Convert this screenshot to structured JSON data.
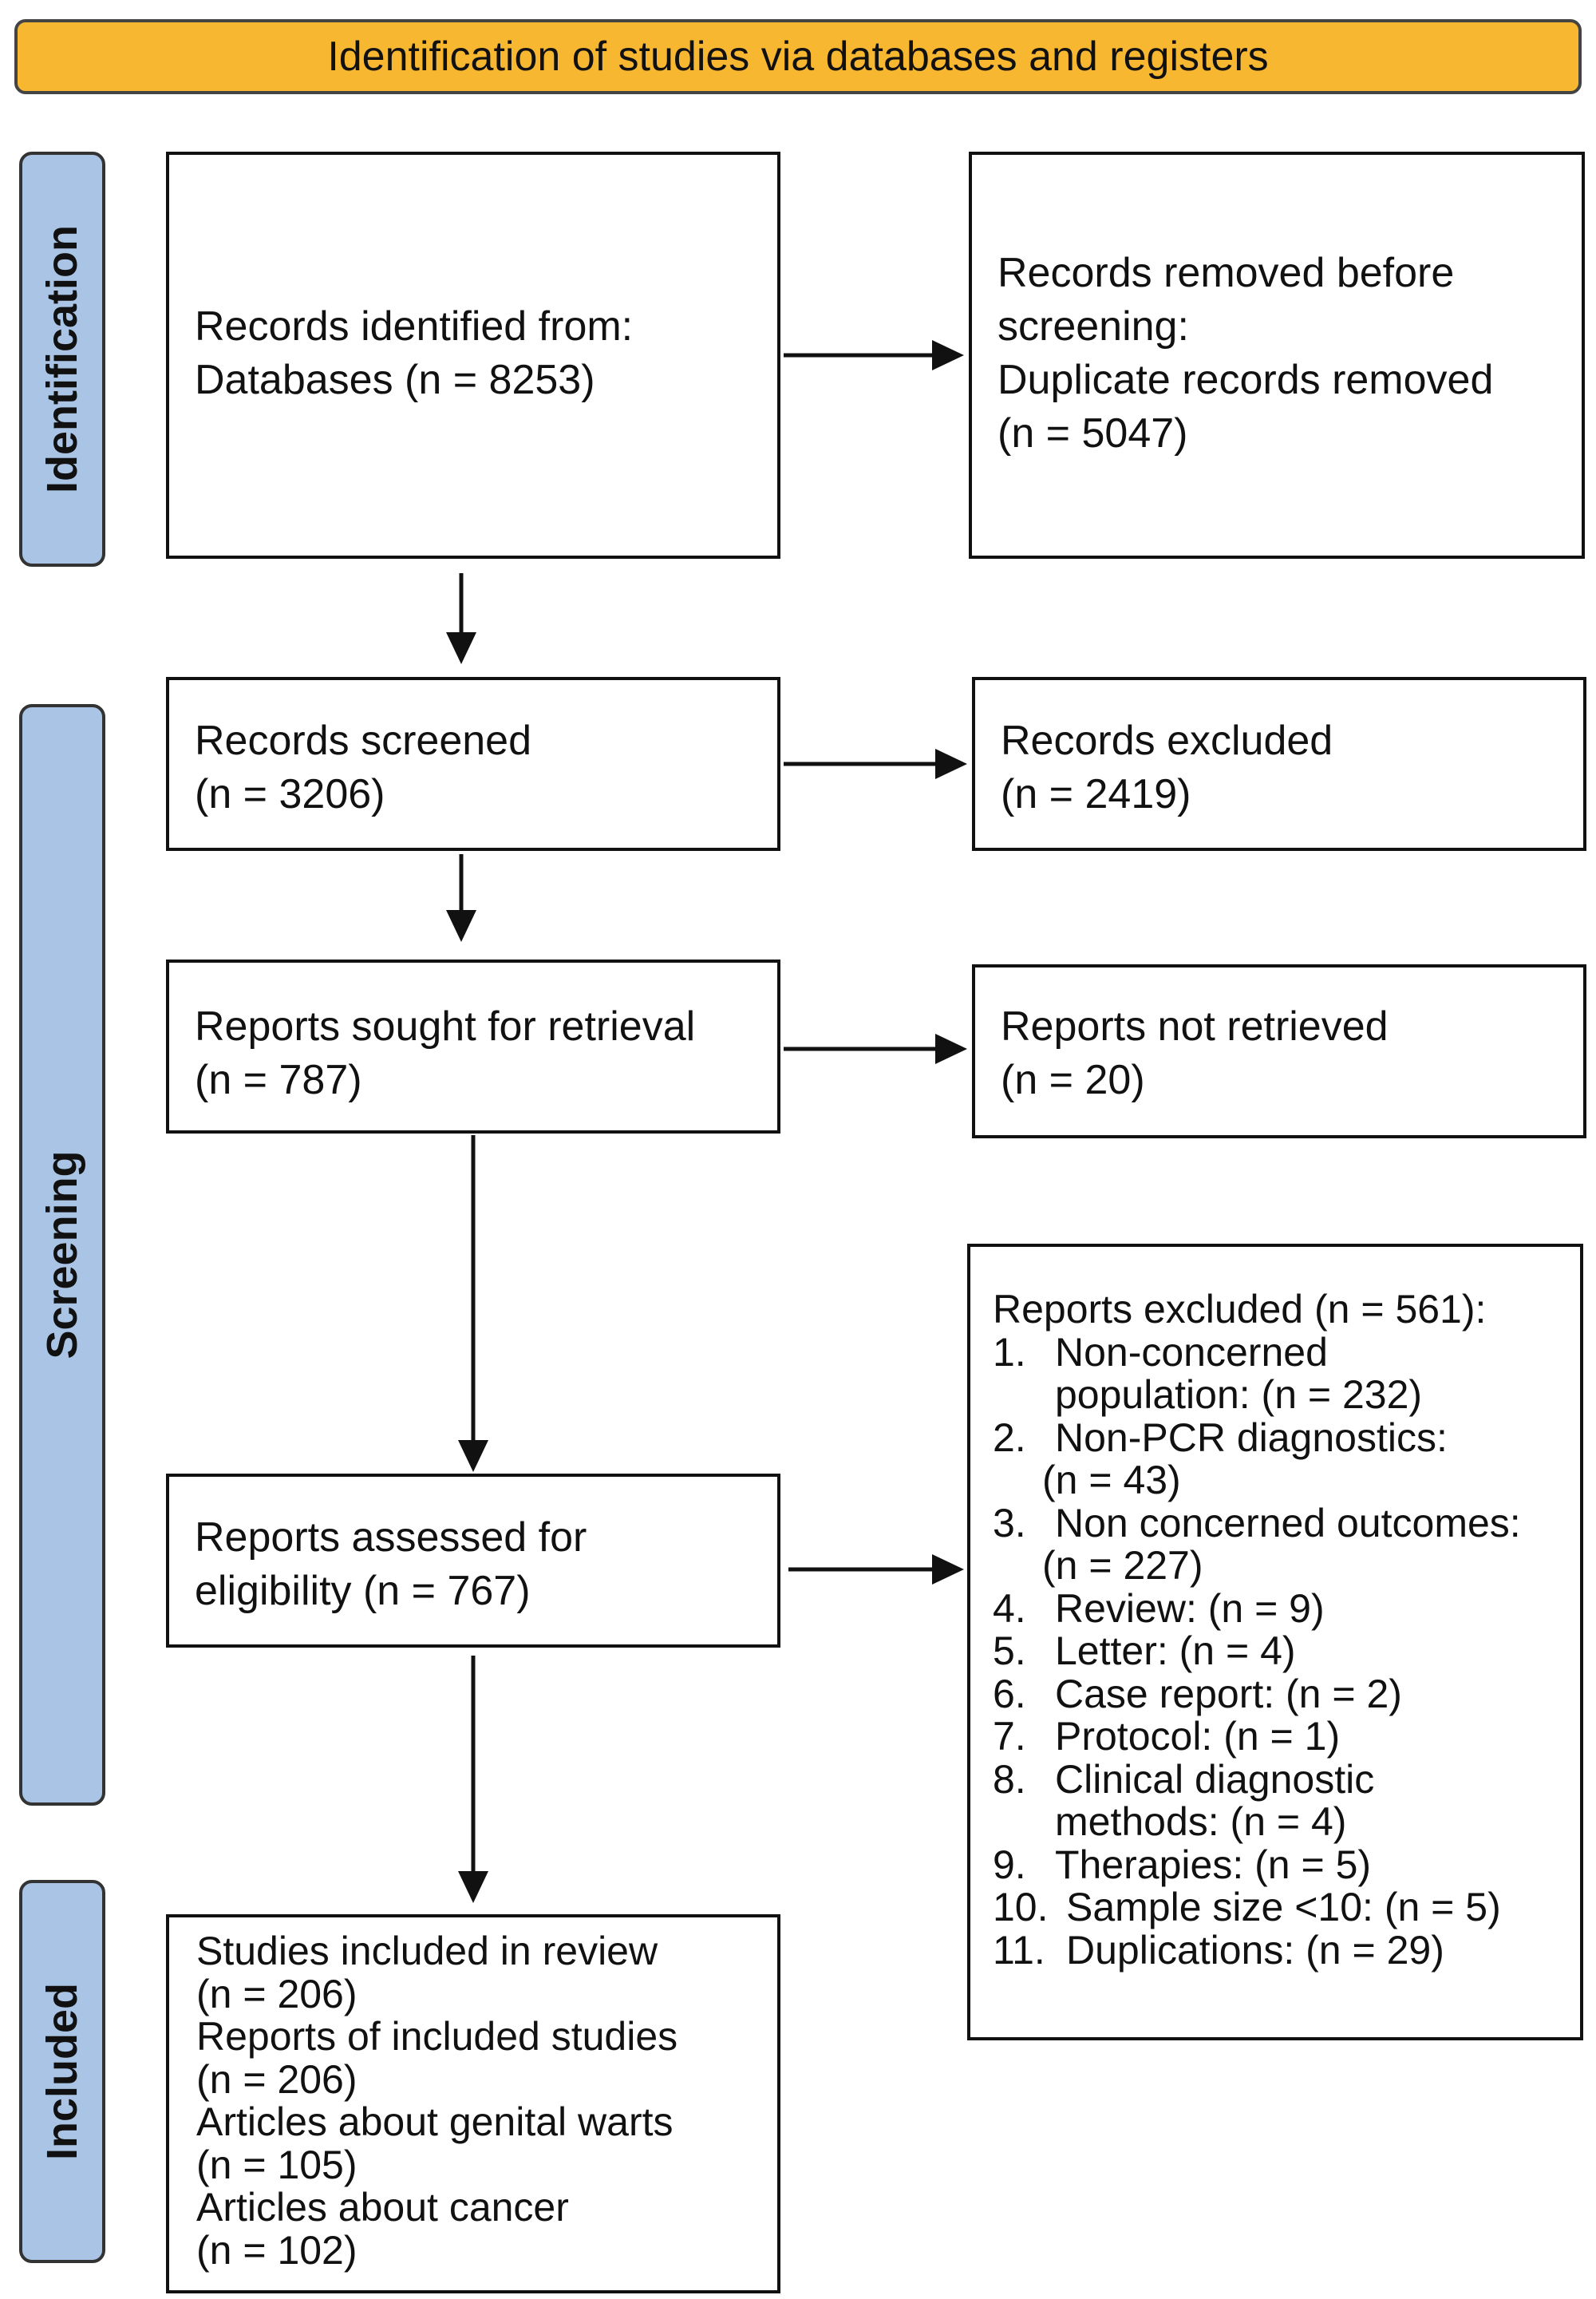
{
  "header": "Identification of studies via databases and registers",
  "stages": {
    "identification": "Identification",
    "screening": "Screening",
    "included": "Included"
  },
  "boxes": {
    "records_identified": [
      "Records identified from:",
      "Databases (n = 8253)"
    ],
    "records_removed": [
      "Records removed before",
      "screening:",
      "Duplicate records removed",
      "(n = 5047)"
    ],
    "records_screened": [
      "Records screened",
      "(n = 3206)"
    ],
    "records_excluded": [
      "Records excluded",
      "(n = 2419)"
    ],
    "reports_sought": [
      "Reports sought for retrieval",
      "(n = 787)"
    ],
    "reports_not_retrieved": [
      "Reports not retrieved",
      "(n = 20)"
    ],
    "reports_assessed": [
      "Reports assessed for",
      "eligibility (n = 767)"
    ],
    "studies_included": [
      "Studies included in review",
      "(n = 206)",
      "Reports of included studies",
      "(n = 206)",
      "Articles about genital warts",
      "(n = 105)",
      "Articles about cancer",
      "(n = 102)"
    ]
  },
  "reports_excluded": {
    "title": "Reports excluded (n = 561):",
    "items": [
      {
        "num": "1.",
        "text": "Non-concerned",
        "cont": "population: (n = 232)"
      },
      {
        "num": "2.",
        "text": "Non-PCR diagnostics:",
        "cont": "(n = 43)"
      },
      {
        "num": "3.",
        "text": "Non concerned outcomes:",
        "cont": "(n = 227)"
      },
      {
        "num": "4.",
        "text": "Review: (n = 9)"
      },
      {
        "num": "5.",
        "text": "Letter: (n = 4)"
      },
      {
        "num": "6.",
        "text": "Case report: (n = 2)"
      },
      {
        "num": "7.",
        "text": "Protocol: (n = 1)"
      },
      {
        "num": "8.",
        "text": "Clinical diagnostic",
        "cont": "methods: (n = 4)"
      },
      {
        "num": "9.",
        "text": "Therapies: (n = 5)"
      },
      {
        "num": "10.",
        "text": "Sample size <10: (n = 5)"
      },
      {
        "num": "11.",
        "text": "Duplications: (n = 29)"
      }
    ]
  }
}
